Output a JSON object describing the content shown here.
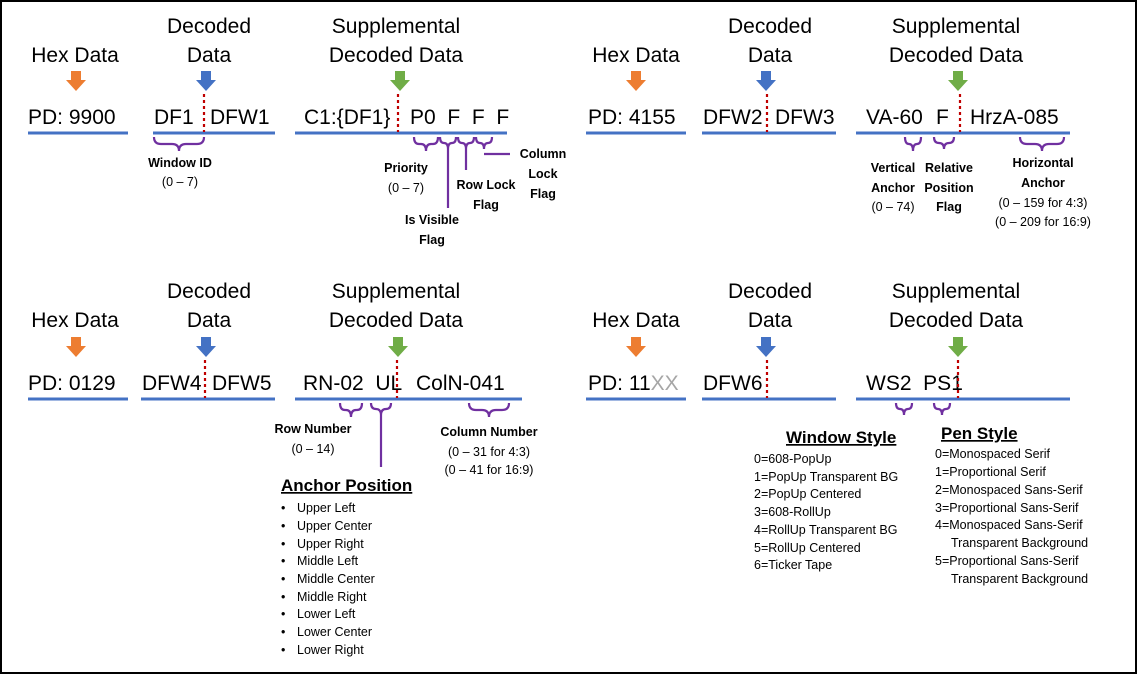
{
  "headers": {
    "hex": "Hex Data",
    "decoded_1": "Decoded",
    "decoded_2": "Data",
    "supp_1": "Supplemental",
    "supp_2": "Decoded Data"
  },
  "colors": {
    "hex_arrow": "#ED7D31",
    "decoded_arrow": "#4472C4",
    "supp_arrow": "#70AD47",
    "baseline": "#4472C4",
    "divider": "#C00000",
    "bracket": "#7030A0",
    "greyed_text": "#A6A6A6"
  },
  "p1": {
    "hex": "PD: 9900",
    "dec_a": "DF1",
    "dec_b": "DFW1",
    "dec_label": "Window ID",
    "dec_range": "(0 – 7)",
    "supp_a": "C1:{DF1}",
    "supp_b": "P0  F  F  F",
    "priority_label": "Priority",
    "priority_range": "(0 – 7)",
    "visible_1": "Is Visible",
    "visible_2": "Flag",
    "rowlock_1": "Row Lock",
    "rowlock_2": "Flag",
    "collock_1": "Column",
    "collock_2": "Lock",
    "collock_3": "Flag"
  },
  "p2": {
    "hex": "PD: 4155",
    "dec_a": "DFW2",
    "dec_b": "DFW3",
    "supp_a": "VA-60",
    "supp_f": "F",
    "supp_b": "HrzA-085",
    "vert_1": "Vertical",
    "vert_2": "Anchor",
    "vert_range": "(0 – 74)",
    "rel_1": "Relative",
    "rel_2": "Position",
    "rel_3": "Flag",
    "horz_1": "Horizontal",
    "horz_2": "Anchor",
    "horz_r1": "(0 – 159 for 4:3)",
    "horz_r2": "(0 – 209 for 16:9)"
  },
  "p3": {
    "hex": "PD: 0129",
    "dec_a": "DFW4",
    "dec_b": "DFW5",
    "supp_a": "RN-02  UL",
    "supp_b": "ColN-041",
    "row_1": "Row Number",
    "row_range": "(0 – 14)",
    "col_1": "Column Number",
    "col_r1": "(0 – 31 for 4:3)",
    "col_r2": "(0 – 41 for 16:9)",
    "anchor_title": "Anchor Position",
    "anchor_items": [
      "Upper Left",
      "Upper Center",
      "Upper Right",
      "Middle Left",
      "Middle Center",
      "Middle Right",
      "Lower Left",
      "Lower Center",
      "Lower Right"
    ]
  },
  "p4": {
    "hex_prefix": "PD: 11",
    "hex_suffix": "XX",
    "dec_a": "DFW6",
    "supp_a": "WS2  PS1",
    "ws_title": "Window Style",
    "ws_items": [
      "0=608-PopUp",
      "1=PopUp Transparent BG",
      "2=PopUp Centered",
      "3=608-RollUp",
      "4=RollUp Transparent BG",
      "5=RollUp Centered",
      "6=Ticker Tape"
    ],
    "ps_title": "Pen Style",
    "ps_items": [
      "0=Monospaced Serif",
      "1=Proportional Serif",
      "2=Monospaced Sans-Serif",
      "3=Proportional Sans-Serif",
      "4=Monospaced Sans-Serif",
      "Transparent Background",
      "5=Proportional Sans-Serif",
      "Transparent Background"
    ]
  }
}
